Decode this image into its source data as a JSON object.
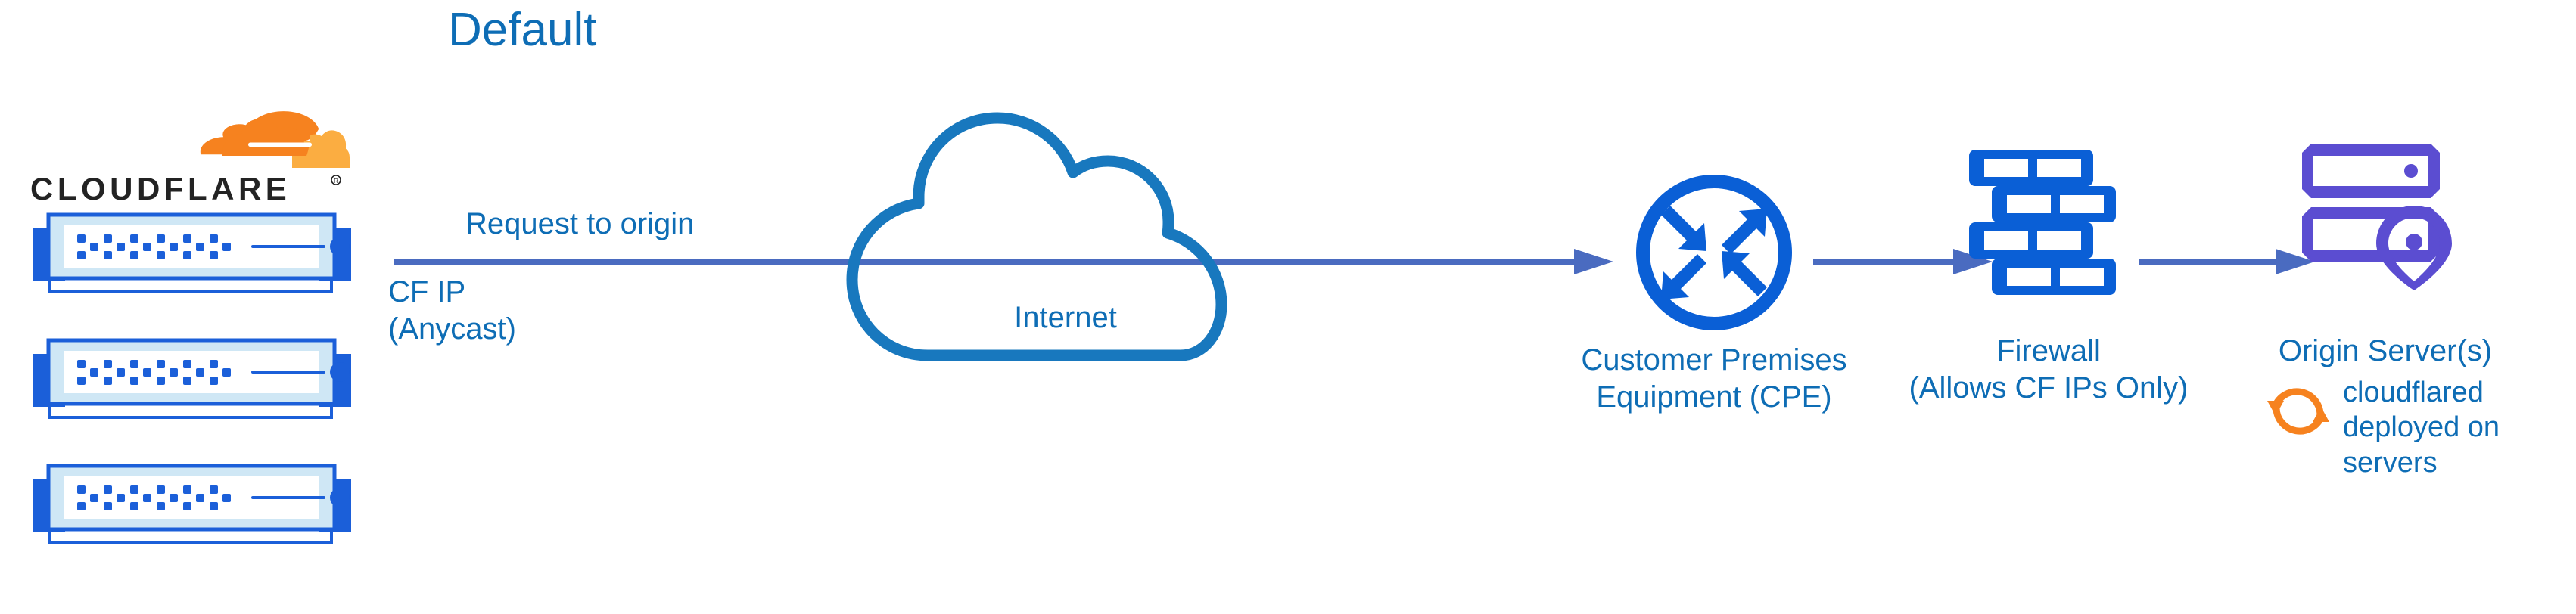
{
  "title": "Default",
  "colors": {
    "heading_blue": "#0E6DB5",
    "label_blue": "#0E6DB5",
    "arrow_blue": "#4A6BC0",
    "icon_blue": "#0A5FD6",
    "device_blue": "#1B5FD9",
    "device_fill": "#CFE7F5",
    "origin_purple": "#5B4DD1",
    "cloudflare_orange": "#F6821F",
    "cloudflare_orange_light": "#FBAD41",
    "wordmark_black": "#232323",
    "background": "#FFFFFF"
  },
  "brand": {
    "logo_mark_name": "cloudflare-cloud-mark",
    "wordmark": "CLOUDFLARE",
    "registered_mark": "®"
  },
  "edge": {
    "device_count": 3,
    "device_icon_name": "network-switch-icon"
  },
  "flow": {
    "request_label": "Request to origin",
    "source_ip_label_line1": "CF IP",
    "source_ip_label_line2": "(Anycast)",
    "arrows": [
      {
        "name": "arrow-cf-to-cpe",
        "from": "cloudflare-edge",
        "to": "customer-premises-equipment"
      },
      {
        "name": "arrow-cpe-to-firewall",
        "from": "customer-premises-equipment",
        "to": "firewall"
      },
      {
        "name": "arrow-firewall-to-origin",
        "from": "firewall",
        "to": "origin-server"
      }
    ]
  },
  "nodes": {
    "internet": {
      "label": "Internet",
      "icon_name": "cloud-icon"
    },
    "cpe": {
      "label_line1": "Customer Premises",
      "label_line2": "Equipment (CPE)",
      "icon_name": "router-icon"
    },
    "firewall": {
      "label_line1": "Firewall",
      "label_line2": "(Allows CF IPs Only)",
      "icon_name": "brick-wall-icon"
    },
    "origin": {
      "label": "Origin Server(s)",
      "icon_name": "server-rack-location-icon"
    }
  },
  "cloudflared": {
    "icon_name": "refresh-cycle-icon",
    "line1": "cloudflared",
    "line2": "deployed on",
    "line3": "servers"
  }
}
